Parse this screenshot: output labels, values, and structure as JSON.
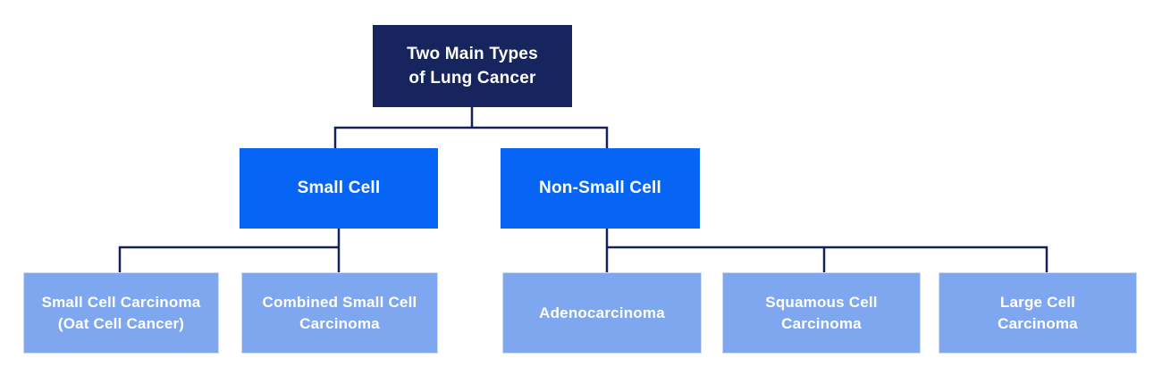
{
  "diagram": {
    "type": "tree",
    "title": "Two Main Types of Lung Cancer",
    "nodes": {
      "root": {
        "label": "Two Main Types\nof Lung Cancer",
        "level": 1
      },
      "small_cell": {
        "label": "Small Cell",
        "level": 2
      },
      "non_small_cell": {
        "label": "Non-Small Cell",
        "level": 2
      },
      "oat_cell": {
        "label": "Small Cell Carcinoma\n(Oat Cell Cancer)",
        "level": 3
      },
      "combined_small_cell": {
        "label": "Combined Small Cell\nCarcinoma",
        "level": 3
      },
      "adenocarcinoma": {
        "label": "Adenocarcinoma",
        "level": 3
      },
      "squamous_cell": {
        "label": "Squamous Cell\nCarcinoma",
        "level": 3
      },
      "large_cell": {
        "label": "Large Cell\nCarcinoma",
        "level": 3
      }
    },
    "edges": [
      {
        "from": "root",
        "to": "small_cell"
      },
      {
        "from": "root",
        "to": "non_small_cell"
      },
      {
        "from": "small_cell",
        "to": "oat_cell"
      },
      {
        "from": "small_cell",
        "to": "combined_small_cell"
      },
      {
        "from": "non_small_cell",
        "to": "adenocarcinoma"
      },
      {
        "from": "non_small_cell",
        "to": "squamous_cell"
      },
      {
        "from": "non_small_cell",
        "to": "large_cell"
      }
    ],
    "colors": {
      "background": "#ffffff",
      "root_fill": "#16255e",
      "branch_fill": "#0765f5",
      "leaf_fill": "#7ea7f0",
      "connector": "#13235a",
      "text": "#ffffff"
    }
  }
}
